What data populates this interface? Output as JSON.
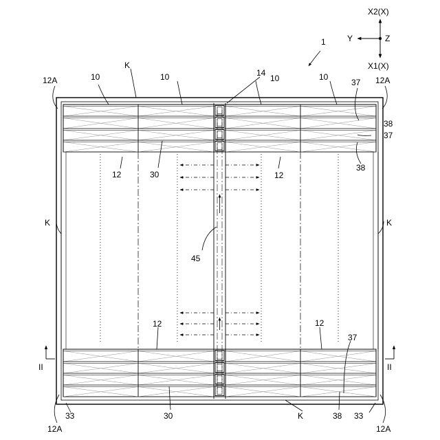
{
  "figure": {
    "axes": {
      "x2": "X2(X)",
      "x1": "X1(X)",
      "y": "Y",
      "z": "Z"
    },
    "labels": {
      "device": "1",
      "slat": "10",
      "frame": "K",
      "corner": "12A",
      "panel": "12",
      "hinge": "14",
      "band": "30",
      "rib": "37",
      "strip": "38",
      "foot": "33",
      "arrow": "45",
      "section": "II"
    }
  }
}
